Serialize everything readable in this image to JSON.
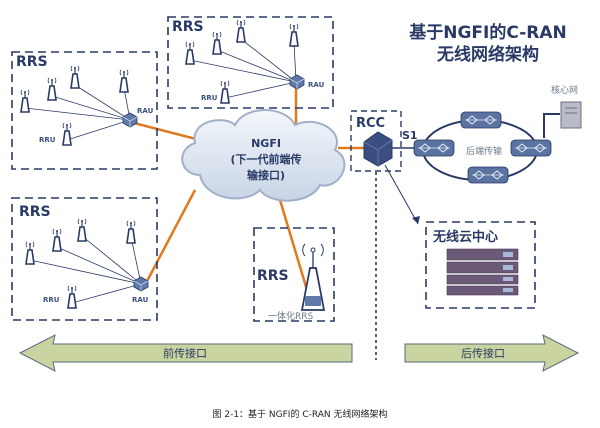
{
  "title": {
    "line1": "基于NGFI的C-RAN",
    "line2": "无线网络架构"
  },
  "rrs_groups": [
    {
      "label": "RRS",
      "rau_label": "RAU",
      "rru_label": "RRU"
    },
    {
      "label": "RRS",
      "rau_label": "RAU",
      "rru_label": "RRU"
    },
    {
      "label": "RRS",
      "rau_label": "RAU",
      "rru_label": "RRU"
    }
  ],
  "integrated_rrs": {
    "label": "RRS",
    "caption": "一体化RRS"
  },
  "cloud": {
    "line1": "NGFI",
    "line2": "(下一代前端传",
    "line3": "输接口)"
  },
  "rcc": {
    "label": "RCC",
    "interface": "S1"
  },
  "backhaul": {
    "label": "后端传输"
  },
  "core": {
    "label": "核心网"
  },
  "cloud_center": {
    "label": "无线云中心"
  },
  "arrows": {
    "fronthaul": "前传接口",
    "backhaul": "后传接口"
  },
  "caption": "图 2-1：基于 NGFI的 C-RAN 无线网络架构",
  "colors": {
    "navy": "#2a3a66",
    "orange": "#e07a1f",
    "arrow_fill": "#c9d4a0",
    "server": "#6a5a78"
  }
}
